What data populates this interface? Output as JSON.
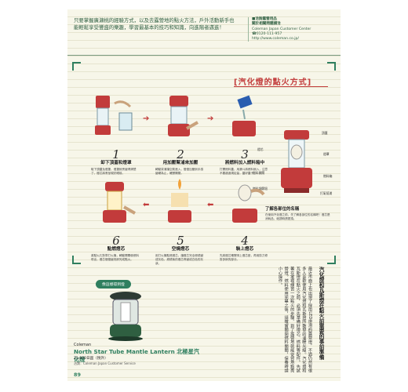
{
  "intro_text": "只要掌握廣瀨桃的經驗方式，以及去露營地的點火方法，戶外活動新手也能輕鬆享受豐盛的樂趣，學習最基本的技巧和知識，向進階者邁進！",
  "contact": {
    "org": "■洽詢露營用品",
    "org2": "關於相關問題請洽",
    "name": "Coleman Japan Customer Center",
    "phone": "☎0120-111-957",
    "url": "http://www.coleman.co.jp/"
  },
  "section_title": "[汽化燈的點火方式]",
  "steps": [
    {
      "num": "1",
      "title": "卸下頂蓋和燈罩",
      "desc": "取下頂蓋及燈罩，燈罩就會變得清楚了。燈芯將會呈現於眼前。"
    },
    {
      "num": "2",
      "title": "用加壓幫浦來加壓",
      "desc": "轉動幫浦讓空氣進入，慢慢加壓到手感變硬為止，確實關閉。"
    },
    {
      "num": "3",
      "title": "將燃料加入燃料箱中",
      "desc": "打開燃料蓋，用漏斗將燃料倒入，注意不要超過規定量，蓋好蓋子。"
    },
    {
      "num": "4",
      "title": "裝上燈芯",
      "desc": "先將燈芯確實綁上燈芯座，再用剪刀修剪多餘的部分。"
    },
    {
      "num": "5",
      "title": "空燒燈芯",
      "desc": "用打火機點燃燈芯，讓燈芯完全燃燒變成灰色，燃燒後的燈芯會變成白色的灰狀。"
    },
    {
      "num": "6",
      "title": "點燃燈芯",
      "desc": "將點火孔對準打火機，轉動開關使燃料噴出，燈芯慢慢變亮即完成點火。"
    }
  ],
  "parts": {
    "p1": "頂蓋",
    "p2": "燈芯",
    "p3": "燈罩",
    "p4": "燃料開關",
    "p5": "燃料箱",
    "p6": "燃料調節鈕",
    "p7": "打氣幫浦"
  },
  "diagram_name": "了解各部位的名稱",
  "diagram_desc": "在使用汽化燈之前，先了解各部位的名稱吧！燈芯是消耗品，破損時請更換。",
  "column_head": "汽化燈和瓦斯燈在點火前需要的事前準備",
  "column_body": "最近市面上也出現了採用LED燈泡的露營燈，不過仍然有很多人喜歡使用汽化燈和瓦斯燈所散發的溫暖光線。汽化燈和瓦斯燈在點火之前，必須先準備好燈芯、燃料等配件。先試著在家裡練習一次點火的步驟，到了露營地就能從容地點亮營燈。燃料使用完畢之後，請確實關閉燃料開關，保養時請小心操作。",
  "badge": "像這樣得到燈",
  "product_brand": "Coleman",
  "product_name": "North Star Tube Mantle Lantern 北極星汽化燈",
  "product_price": "21,800日圓（稅外）",
  "product_contact": "洽詢：Coleman Japan Customer Service",
  "page_number": "89",
  "colors": {
    "accent_red": "#c23b3b",
    "accent_green": "#2f7f5f"
  }
}
